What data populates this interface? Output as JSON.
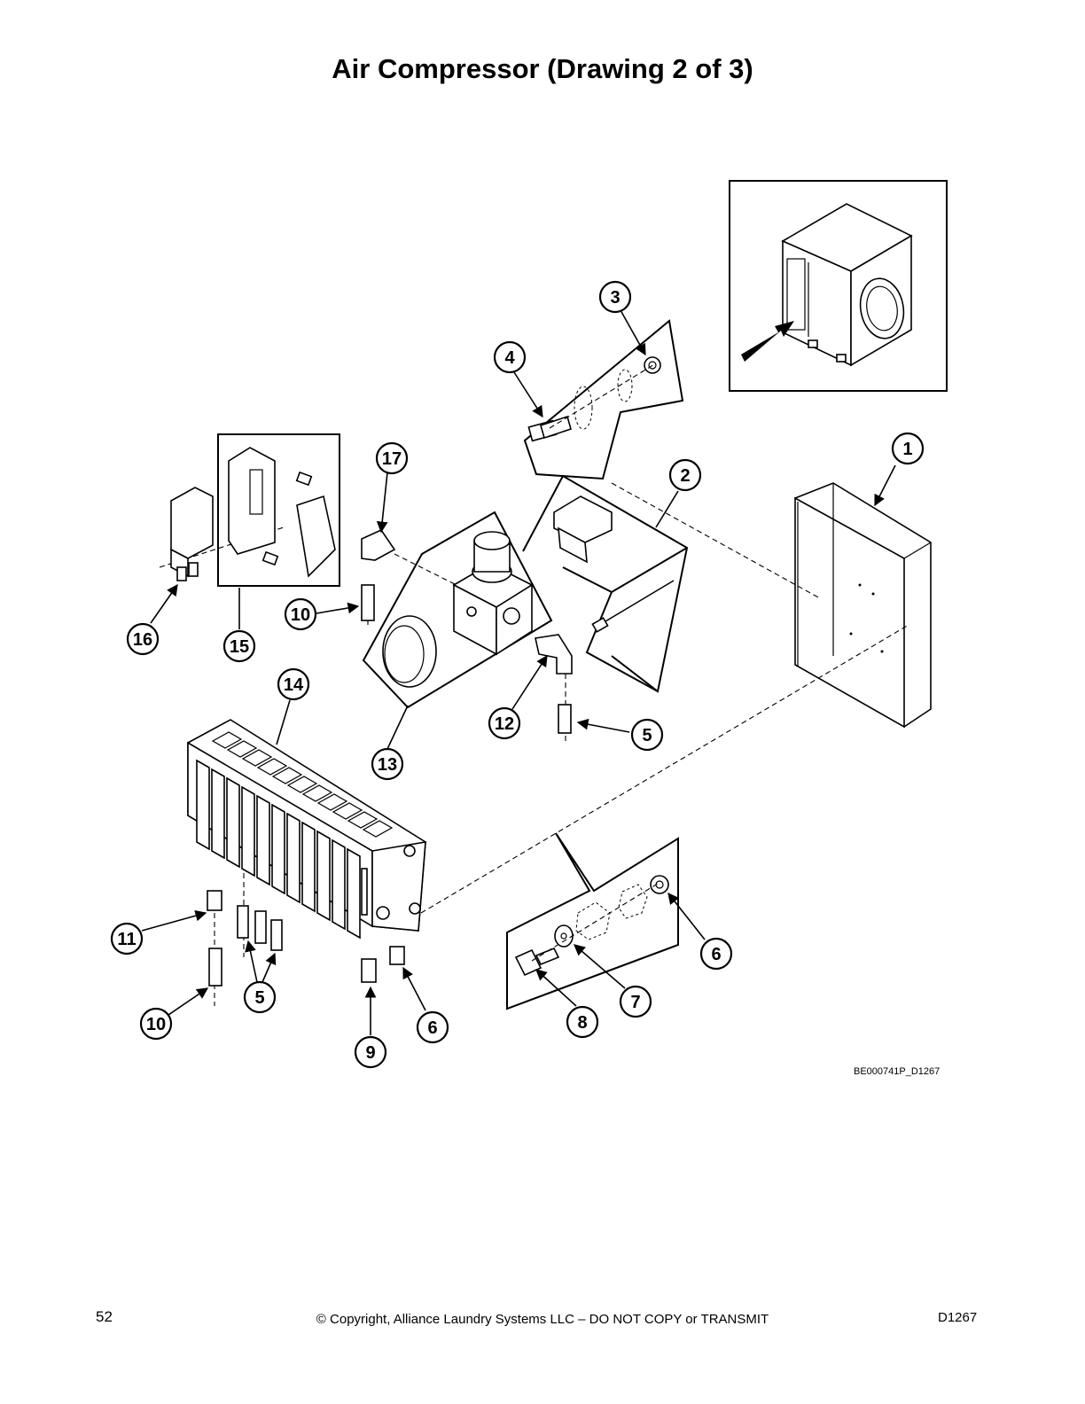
{
  "title": "Air Compressor (Drawing 2 of 3)",
  "drawing_code": "BE000741P_D1267",
  "footer": {
    "page_number": "52",
    "copyright": "© Copyright, Alliance Laundry Systems LLC – DO NOT COPY or TRANSMIT",
    "doc_id": "D1267"
  },
  "callouts": [
    "1",
    "2",
    "3",
    "4",
    "5",
    "5",
    "5",
    "6",
    "6",
    "7",
    "8",
    "9",
    "10",
    "10",
    "11",
    "12",
    "13",
    "14",
    "15",
    "16",
    "17"
  ]
}
